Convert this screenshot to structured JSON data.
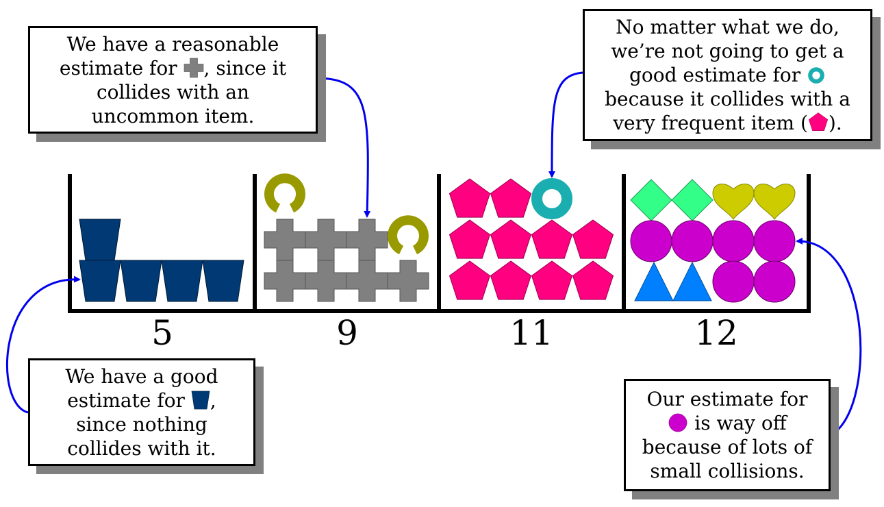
{
  "buckets": [
    {
      "count": "5"
    },
    {
      "count": "9"
    },
    {
      "count": "11"
    },
    {
      "count": "12"
    }
  ],
  "callouts": {
    "top_left": {
      "line1": "We have a reasonable",
      "line2_before": "estimate for ",
      "line2_after": ", since it",
      "line3": "collides with an",
      "line4": "uncommon item.",
      "icon": "gray-cross"
    },
    "top_right": {
      "line1": "No matter what we do,",
      "line2": "we’re not going to get a",
      "line3_before": "good estimate for ",
      "line4": "because it collides with a",
      "line5_before": "very frequent item (",
      "line5_after": ").",
      "icons": [
        "teal-ring",
        "pink-pentagon"
      ]
    },
    "bottom_left": {
      "line1": "We have a good",
      "line2_before": "estimate for ",
      "line2_after": ",",
      "line3": "since nothing",
      "line4": "collides with it.",
      "icon": "navy-cup"
    },
    "bottom_right": {
      "line1": "Our estimate for",
      "line2_after": " is way off",
      "line3": "because of lots of",
      "line4": "small collisions.",
      "icon": "purple-circle"
    }
  },
  "colors": {
    "navy_cup": "#003973",
    "gray_cross": "#808080",
    "olive_c": "#999900",
    "pink_pentagon": "#ff0080",
    "teal_ring": "#1aaeb0",
    "green_diamond": "#33ff88",
    "yellow_heart": "#cccc00",
    "purple_circle": "#cc00cc",
    "blue_triangle": "#0080ff",
    "arrow_blue": "#0000ee"
  }
}
